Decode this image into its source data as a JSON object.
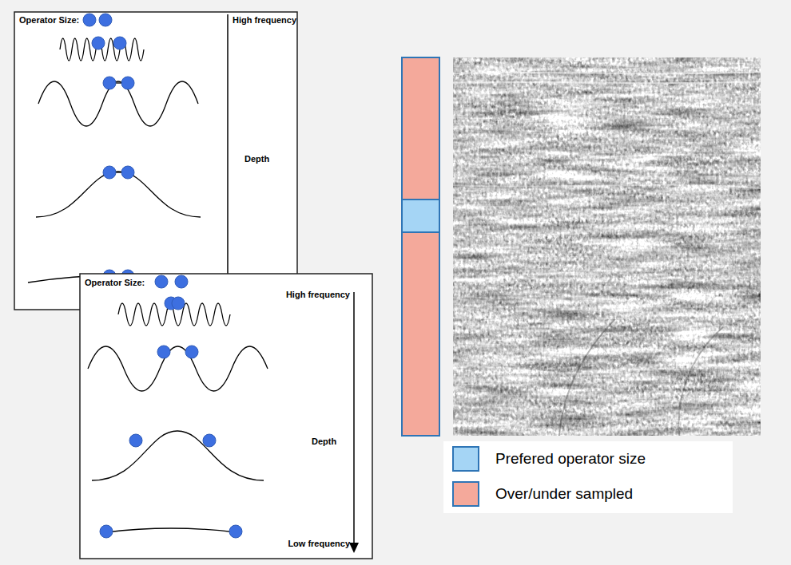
{
  "diagram": {
    "nodes": [
      {
        "text": [
          "Operator Size:",
          "High frequency",
          "Depth"
        ]
      },
      {
        "text": [
          "Operator Size:",
          "High frequency",
          "Depth",
          "Low frequency"
        ]
      }
    ],
    "legend": [
      {
        "text": "Prefered operator size",
        "color": "#a5d5f5"
      },
      {
        "text": "Over/under sampled",
        "color": "#f4a99b"
      }
    ]
  }
}
